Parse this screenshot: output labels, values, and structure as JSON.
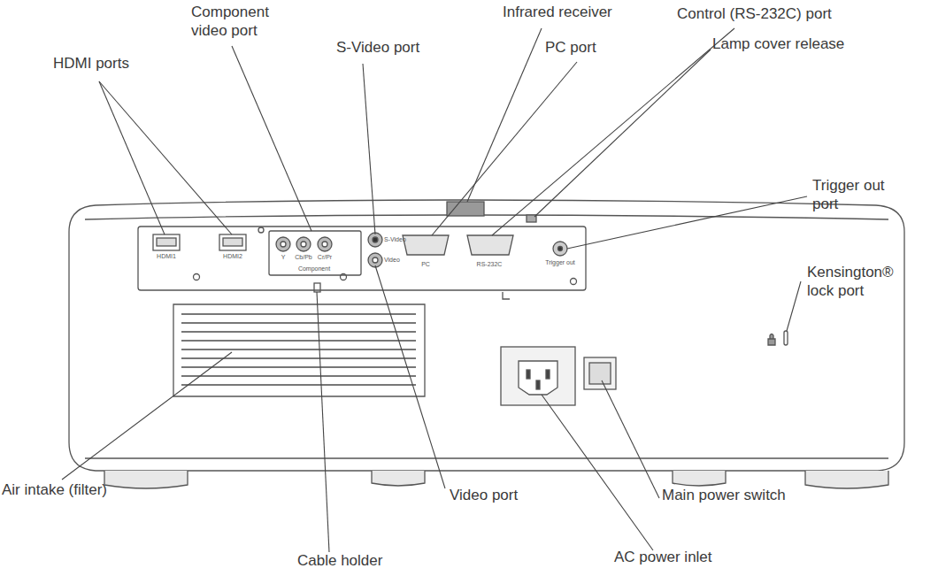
{
  "diagram": {
    "labels": [
      "Component video port",
      "HDMI ports",
      "S-Video port",
      "Infrared receiver",
      "PC port",
      "Control (RS-232C) port",
      "Lamp cover release",
      "Trigger out port",
      "Kensington® lock port",
      "Air intake (filter)",
      "Cable holder",
      "Video port",
      "Main power switch",
      "AC power inlet",
      "HDMI1",
      "HDMI2",
      "Y",
      "Cb/Pb",
      "Cr/Pr",
      "Component",
      "S-Video",
      "Video",
      "PC",
      "RS-232C",
      "Trigger out"
    ]
  }
}
